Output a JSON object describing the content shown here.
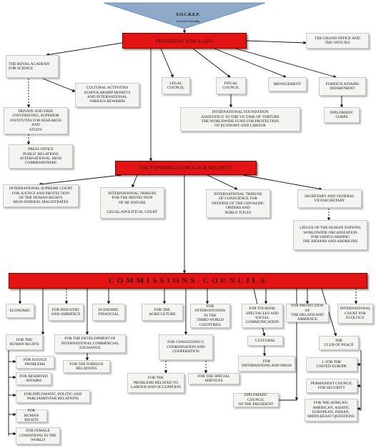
{
  "apex": {
    "title": "F.O.C.R.E.P.",
    "subtitle": "General Assembly"
  },
  "president": "PRESIDENT FOR A LIFE",
  "grand_office": "THE GRAND OFFICE AND\nTHE OFFICIES",
  "royal_academy": "THE ROYAL ACADEMY\nFOR SCIENCE",
  "cultural_activities": "CULTURAL ACTIVITIES\nSCHOOLARSHIP MONEYS\nAND INTERNATIONAL\nVARIOUS REWARDS",
  "private_universities": "PRIVATE AND FREE\nUNIVERSITIES, SUPERIOR\nINSTITUTES FOR RESEARCH AND\nSTUDY",
  "press_office": "PRESS OFFICE\nPUBLIC RELATIONS\nINTERNATIONAL HIGH\nCOMMISSIONERS",
  "legal_council": "LEGAL\nCOUNCIL",
  "fiscal_council": "FISCAL\nCOUNCIL",
  "management": "MENAGEMENT",
  "foreign_affairs": "FOREIGN AFFAIRS\nDEPARTMENT",
  "diplomatic_corps": "DIPLOMATIC\nCORPS",
  "foundation": "INTERNATIONAL FOUNDATION\nASSISTANCE TO THE VICTIMS OF TORTURE\nTHE WORLDWIDE FUND FOR PROTECTION\nOF ECONOMY AND LABOUR",
  "supreme_council": "THE SUPREME COUNCIL FOR SECURITY",
  "supreme_court": "INTERNATIONAL SUPREME COURT\nFOR JUSTICE AND PROTECTION\nOF THE HUMAN RIGHTS\nHIGH FEDERAL MAGISTRATES",
  "tribune_nature": "INTERNATIONAL TRIBUNE\nFOR THE PROTECTION\nOF HE NATURE\n\nLEGAL-APOLITICAL COURT",
  "tribune_conscience": "INTERNATIONAL TRIBUNE\nOF CONSCIENCE FOR\nDEFENSE OF THE CHIVALRIC\nORDERS AND\nNOBLE TITLES",
  "secretary": "SECRETARY AND GENERAL\nVICESECRETARY",
  "league": "LIEGUE OF THE HUMAN NATIONS\nWORLDWIDE ORGANIZATION\nFOR SAFEGUARDING\nTHE INDIANS AND ABORIGINS",
  "commissions": "COMMISSIONS-COUNCILS",
  "row": {
    "economic": "ECONOMIC",
    "industry": "FOR INDUSTRY\nAND AMBIENCE",
    "financial": "ECONOMIC\nFINANCIAL",
    "agriculture": "FOR THE\nAGRICULTURE",
    "interventions": "FOR INTERVENTIONS\nIN THE\nTHIRD WORLD\nCOUNTRIES",
    "tourism": "FOR TOURISM,\nSPECTACLES AND\nSOCIAL\nCOMMUNICATION",
    "health": "FOR PROTECTION OF\nTHE HELATH AND\nAMBIENCE",
    "ecology": "INTERNATIONAL\nCOURT FOR\nECOLOGY"
  },
  "human_rights_top": "FOR THE\nHUMAN RIGHTS",
  "justice_problems": "FOR JUSTICE\nPROBLEMS",
  "reserved_affairs": "FOR RESERVED\nAFFAIRS",
  "diplomatic_politic": "FOR DIPLOMATIC, POLITIC AND\nPARLIAMENTAR RELATIONS",
  "human_rights_2": "FOR\nHUMAN RIGHTS",
  "female_conditions": "FOR FEMALE\nCONDITIONS IN THE\nWORLD",
  "commercial_exchange": "FOR THE DEVELOPMENT OF\nINTERNATIONAL COMMERCIAL\nEXCHANGE",
  "foreign_relations": "FOR THE FOREIGN\nRELATIONS",
  "consultancy": "FOR CONSULTANCY,\nCOORDINATION AND\nCOOPERATION",
  "labour_problems": "FOR THE\nPROBLEMS RELATED TO\nLABOUR AND OCCUPATION",
  "special_services": "FOR THE SPECIAL SERVICES",
  "cultural": "CULTURAL",
  "informations_press": "FOR\nINFORMATIONS AND PRESS",
  "diplomatic_council": "DIPLOMATIC COUNCIL\nOF THE PRESIDENT",
  "club_of_peace": "THE\nCLUB OF PEACE",
  "united_europe": "I. FOR THE\nUNITED EUROPE",
  "permanent_council": "PERMANENT COUNCIL\nFOR SECURITY",
  "questions": "FOR THE AFRICAN,\nAMERICAN, ASIATIC\nEUROPEAN, INDIAN,\nMIDDLEEAST QUESTIONS"
}
